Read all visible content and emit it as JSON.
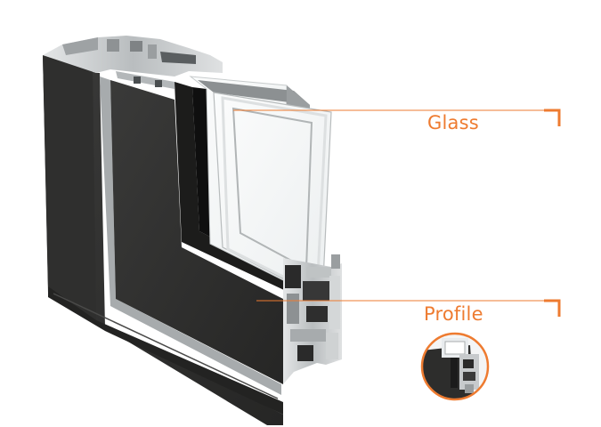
{
  "labels": {
    "glass": "Glass",
    "profile": "Profile"
  },
  "colors": {
    "accent": "#ee7b30",
    "frame": "#2b2b2a",
    "aluminum": "#c9cccd",
    "glass": "#f2f4f5"
  },
  "icons": {
    "corner_bracket": "corner-bracket-icon",
    "profile_detail": "profile-detail-thumbnail"
  }
}
